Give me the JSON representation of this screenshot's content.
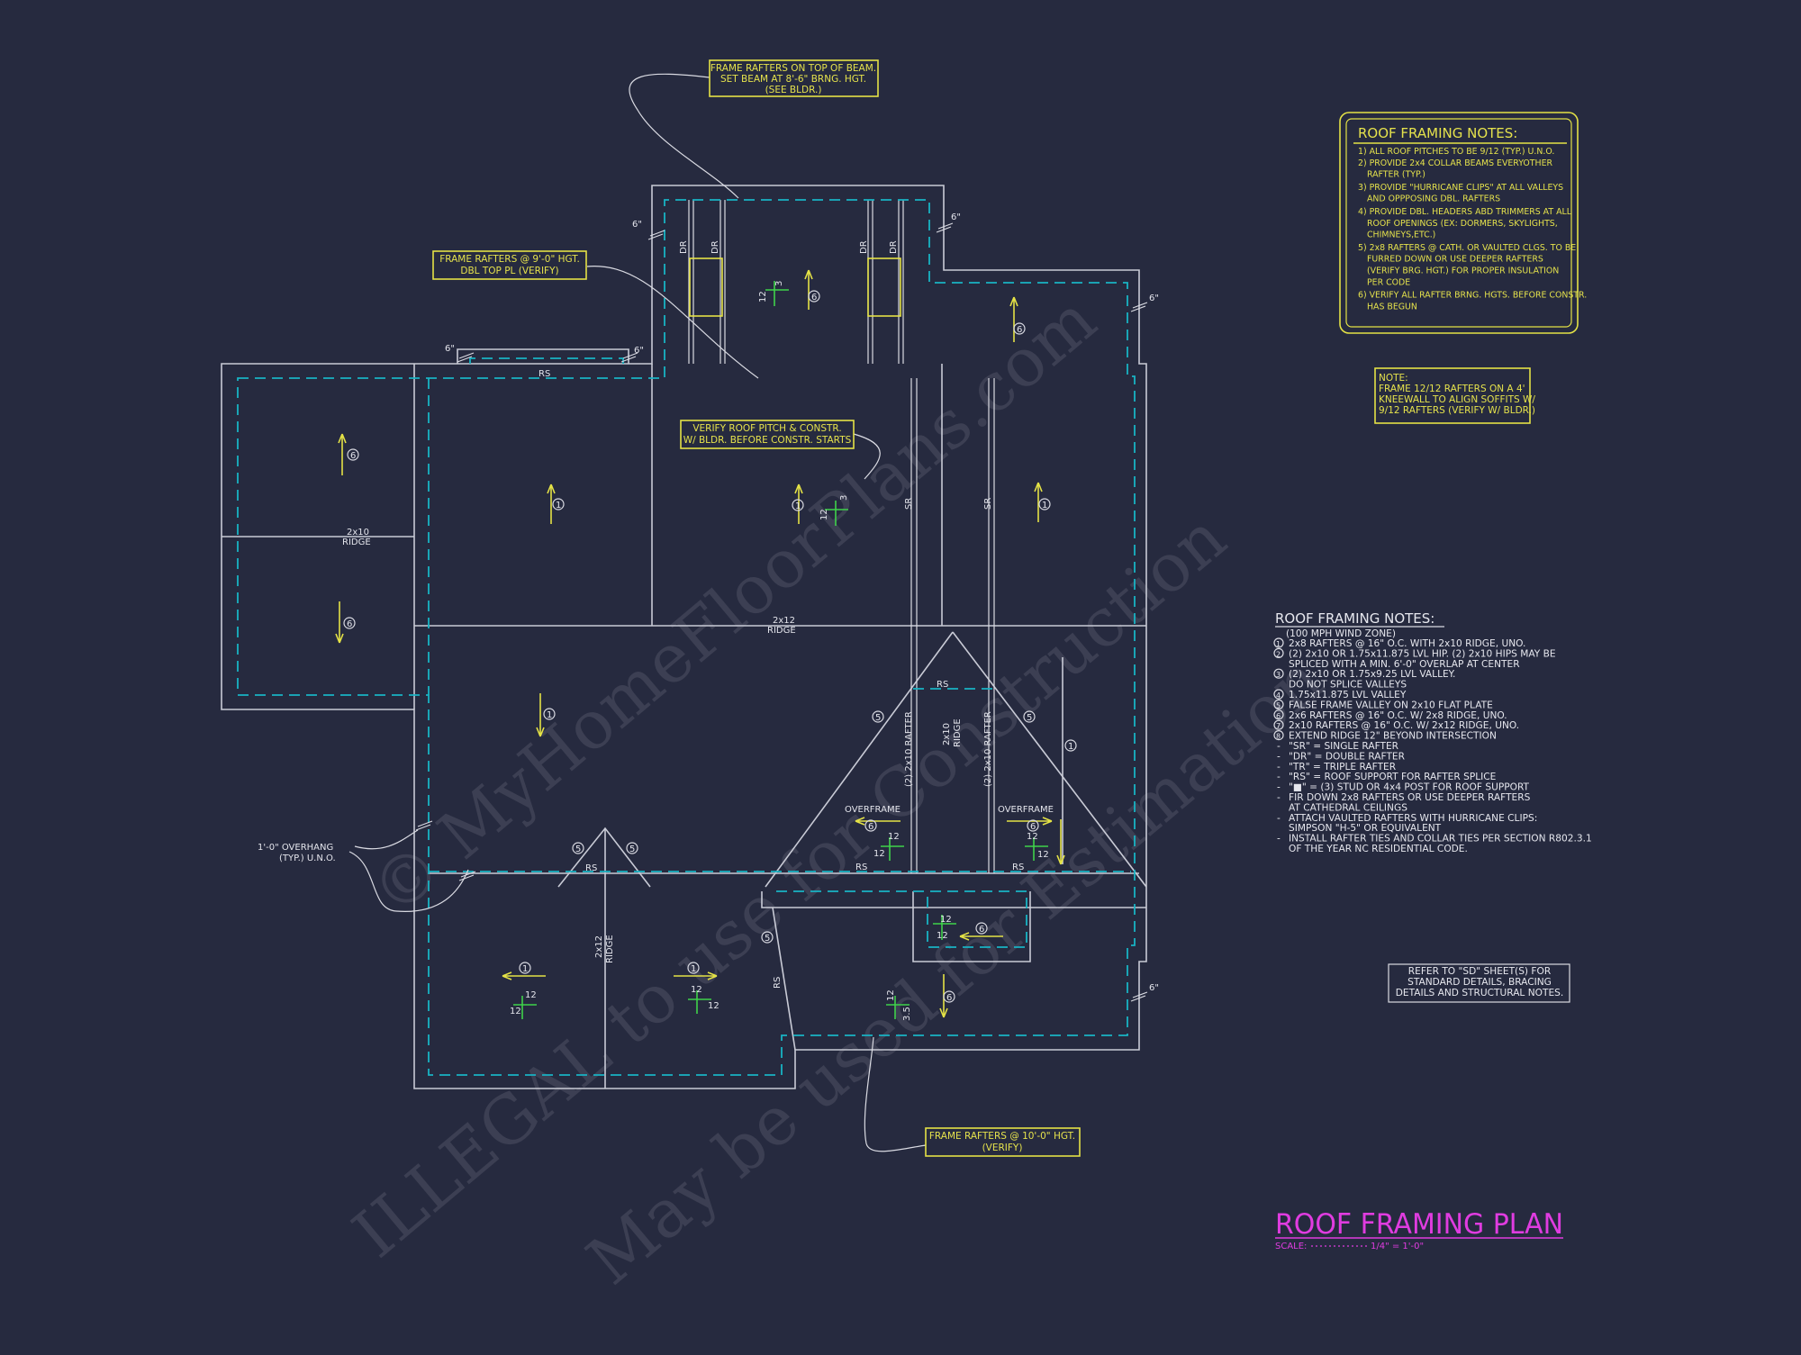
{
  "watermark": {
    "line1": "© MyHomeFloorPlans.com",
    "line2": "ILLEGAL to use for Construction",
    "line3": "May be used for Estimation"
  },
  "callouts": {
    "beam": [
      "FRAME RAFTERS ON TOP OF BEAM.",
      "SET BEAM AT 8'-6\" BRNG. HGT.",
      "(SEE BLDR.)"
    ],
    "dbl_top": [
      "FRAME RAFTERS @ 9'-0\" HGT.",
      "DBL TOP PL (VERIFY)"
    ],
    "verify_pitch": [
      "VERIFY ROOF PITCH & CONSTR.",
      "W/ BLDR. BEFORE CONSTR. STARTS"
    ],
    "frame_10": [
      "FRAME RAFTERS @ 10'-0\" HGT.",
      "(VERIFY)"
    ],
    "kneewall": [
      "NOTE:",
      "FRAME 12/12 RAFTERS ON A 4'",
      "KNEEWALL TO ALIGN SOFFITS W/",
      "9/12 RAFTERS (VERIFY W/ BLDR.)"
    ],
    "overhang": [
      "1'-0\" OVERHANG",
      "(TYP.) U.N.O."
    ],
    "refer": [
      "REFER TO \"SD\" SHEET(S) FOR",
      "STANDARD DETAILS, BRACING",
      "DETAILS AND STRUCTURAL NOTES."
    ]
  },
  "notes_box": {
    "title": "ROOF FRAMING NOTES:",
    "lines": [
      "1) ALL ROOF PITCHES TO BE 9/12 (TYP.) U.N.O.",
      "2) PROVIDE 2x4 COLLAR BEAMS EVERYOTHER",
      "RAFTER (TYP.)",
      "3) PROVIDE \"HURRICANE CLIPS\" AT ALL VALLEYS",
      "AND OPPPOSING DBL. RAFTERS",
      "4) PROVIDE DBL. HEADERS ABD TRIMMERS AT ALL",
      "ROOF OPENINGS (EX: DORMERS, SKYLIGHTS,",
      "CHIMNEYS,ETC.)",
      "5) 2x8 RAFTERS @ CATH. OR VAULTED CLGS. TO BE",
      "FURRED DOWN OR USE DEEPER RAFTERS",
      "(VERIFY BRG. HGT.) FOR PROPER INSULATION",
      "PER CODE",
      "6) VERIFY ALL RAFTER BRNG. HGTS. BEFORE CONSTR.",
      "HAS BEGUN"
    ]
  },
  "legend": {
    "title": "ROOF FRAMING NOTES:",
    "subtitle": "(100 MPH WIND ZONE)",
    "items": [
      {
        "num": "1",
        "lines": [
          "2x8 RAFTERS @ 16\" O.C. WITH 2x10 RIDGE, UNO."
        ]
      },
      {
        "num": "2",
        "lines": [
          "(2) 2x10 OR 1.75x11.875 LVL HIP. (2) 2x10 HIPS MAY BE",
          "SPLICED WITH A MIN. 6'-0\" OVERLAP AT CENTER"
        ]
      },
      {
        "num": "3",
        "lines": [
          "(2) 2x10 OR 1.75x9.25 LVL VALLEY.",
          "DO NOT SPLICE VALLEYS"
        ]
      },
      {
        "num": "4",
        "lines": [
          "1.75x11.875 LVL VALLEY"
        ]
      },
      {
        "num": "5",
        "lines": [
          "FALSE FRAME VALLEY ON 2x10 FLAT PLATE"
        ]
      },
      {
        "num": "6",
        "lines": [
          "2x6 RAFTERS @ 16\" O.C. W/ 2x8 RIDGE, UNO."
        ]
      },
      {
        "num": "7",
        "lines": [
          "2x10 RAFTERS @ 16\" O.C. W/ 2x12 RIDGE, UNO."
        ]
      },
      {
        "num": "8",
        "lines": [
          "EXTEND RIDGE 12\" BEYOND INTERSECTION"
        ]
      }
    ],
    "bullets": [
      [
        "\"SR\" = SINGLE RAFTER"
      ],
      [
        "\"DR\" = DOUBLE RAFTER"
      ],
      [
        "\"TR\" = TRIPLE RAFTER"
      ],
      [
        "\"RS\" = ROOF SUPPORT FOR RAFTER SPLICE"
      ],
      [
        "\"■\" = (3) STUD OR 4x4 POST FOR ROOF SUPPORT"
      ],
      [
        "FIR DOWN 2x8 RAFTERS OR USE DEEPER RAFTERS",
        "AT CATHEDRAL CEILINGS"
      ],
      [
        "ATTACH VAULTED RAFTERS WITH HURRICANE CLIPS:",
        "SIMPSON \"H-5\" OR EQUIVALENT"
      ],
      [
        "INSTALL RAFTER TIES AND COLLAR TIES PER SECTION R802.3.1",
        "OF THE YEAR NC RESIDENTIAL CODE."
      ]
    ]
  },
  "title_block": {
    "title": "ROOF FRAMING PLAN",
    "scale_label": "SCALE:",
    "scale_value": "1/4\" = 1'-0\""
  },
  "plan_labels": {
    "dr": "DR",
    "sr": "SR",
    "rs": "RS",
    "ridge": "RIDGE",
    "size_2x10": "2x10",
    "size_2x12": "2x12",
    "overframe": "OVERFRAME",
    "rafter_2x10": "(2) 2x10 RAFTER",
    "six_in": "6\"",
    "twelve": "12",
    "three": "3",
    "three_five": "3.5",
    "c1": "1",
    "c5": "5",
    "c6": "6"
  },
  "colors": {
    "background": "#262a3f",
    "walls": "#c9cbd6",
    "eave_dash": "#18b3c4",
    "note_yellow": "#e5e24c",
    "pitch_green": "#3fd24a",
    "title_magenta": "#e03ce0"
  }
}
